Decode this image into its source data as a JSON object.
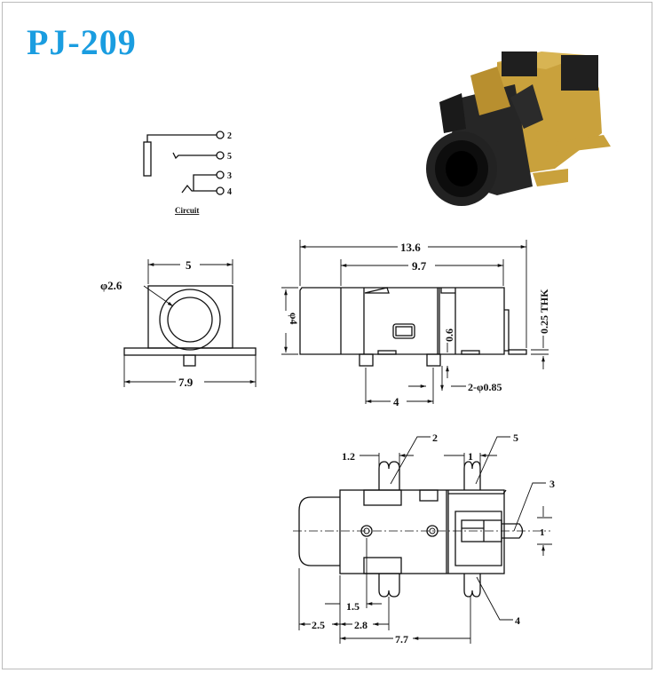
{
  "title": "PJ-209",
  "circuit": {
    "label": "Circuit",
    "pins": [
      "2",
      "5",
      "3",
      "4"
    ]
  },
  "front_view": {
    "width": "5",
    "base_width": "7.9",
    "hole_diameter": "φ2.6"
  },
  "side_view": {
    "length": "13.6",
    "body_length": "9.7",
    "diameter": "φ4",
    "pin_offset": "0.6",
    "pin_spacing": "4",
    "pin_diameter": "2-φ0.85",
    "thickness": "0.25 THK"
  },
  "bottom_view": {
    "pin_labels": [
      "2",
      "5",
      "3",
      "4"
    ],
    "dim_1_2": "1.2",
    "dim_1": "1",
    "dim_1_right": "1",
    "dim_1_5": "1.5",
    "dim_2_5": "2.5",
    "dim_2_8": "2.8",
    "dim_7_7": "7.7"
  },
  "colors": {
    "title": "#1a9de0",
    "body": "#1d1d1d",
    "metal": "#c9a13c"
  }
}
